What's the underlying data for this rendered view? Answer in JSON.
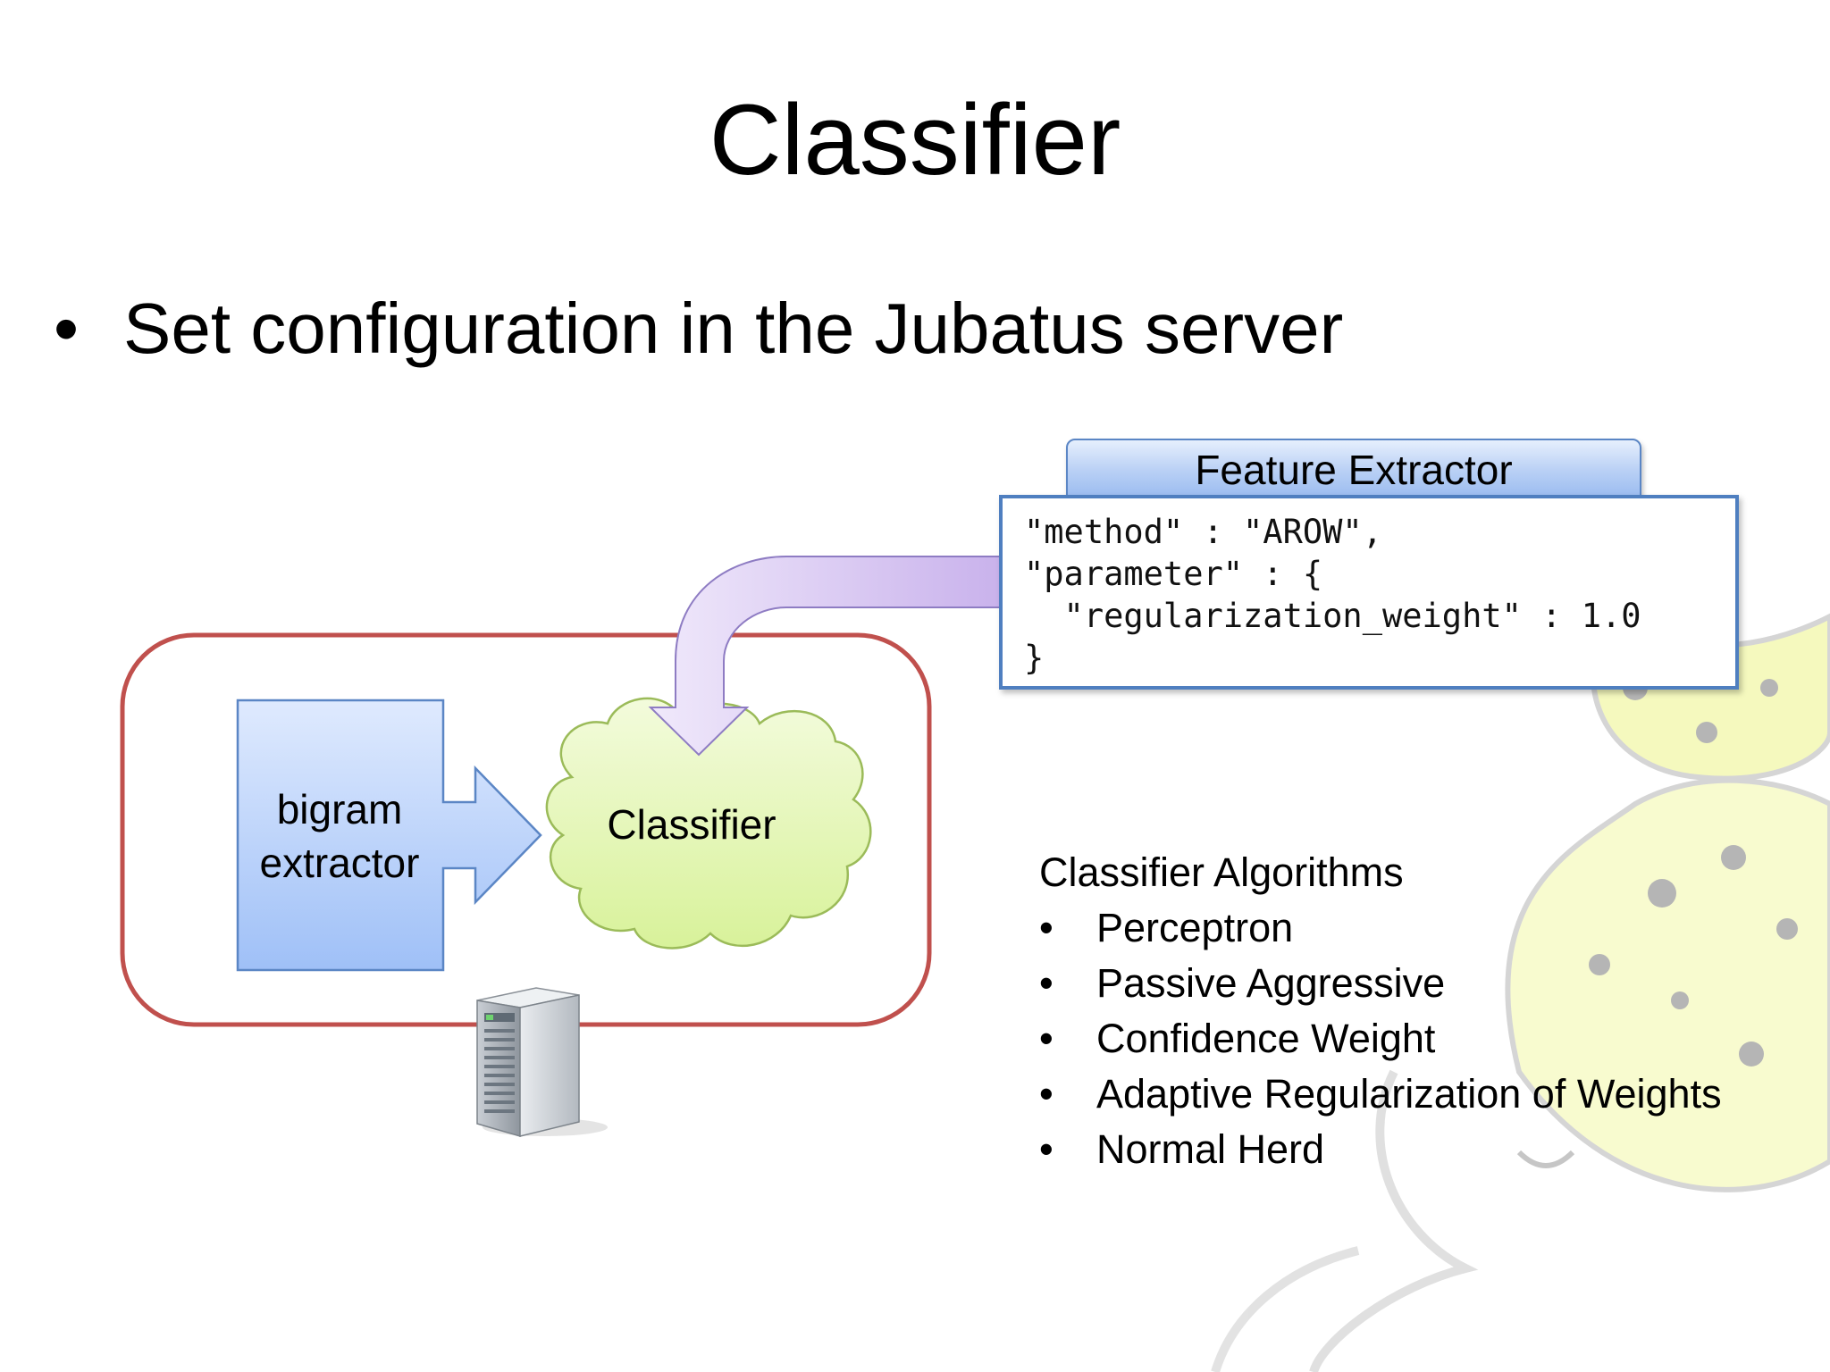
{
  "slide": {
    "title": "Classifier",
    "bullet": "•",
    "point": "Set configuration in the Jubatus server"
  },
  "feature_extractor": {
    "tab_label": "Feature Extractor",
    "config_lines": [
      "\"method\" : \"AROW\",",
      "\"parameter\" : {",
      "  \"regularization_weight\" : 1.0",
      "}"
    ]
  },
  "diagram": {
    "extractor_line1": "bigram",
    "extractor_line2": "extractor",
    "classifier_label": "Classifier"
  },
  "algorithms": {
    "heading": "Classifier Algorithms",
    "bullet": "•",
    "items": [
      "Perceptron",
      "Passive Aggressive",
      "Confidence Weight",
      "Adaptive Regularization of Weights",
      "Normal Herd"
    ]
  },
  "colors": {
    "server_border": "#c0504d",
    "extractor_fill": "#b9cffa",
    "cloud_fill": "#e6f7b8",
    "cloud_stroke": "#9bbb59",
    "arrow_fill": "#dccdf2",
    "box_border": "#4f7fc0"
  }
}
